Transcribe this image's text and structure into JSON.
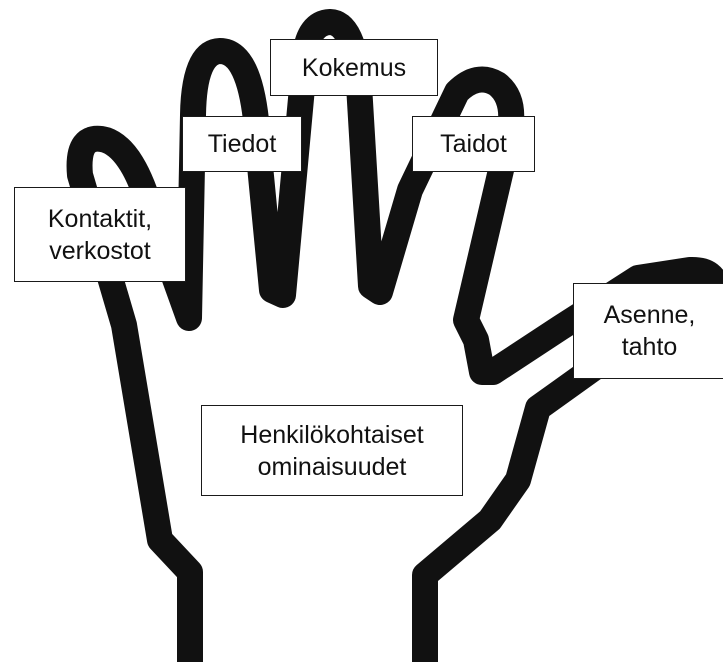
{
  "diagram": {
    "outline_color": "#111111",
    "background_color": "#ffffff",
    "labels": {
      "kokemus": "Kokemus",
      "tiedot": "Tiedot",
      "taidot": "Taidot",
      "kontaktit": "Kontaktit,\nverkostot",
      "asenne": "Asenne,\ntahto",
      "henkilokohtaiset": "Henkilökohtaiset\nominaisuudet"
    }
  }
}
